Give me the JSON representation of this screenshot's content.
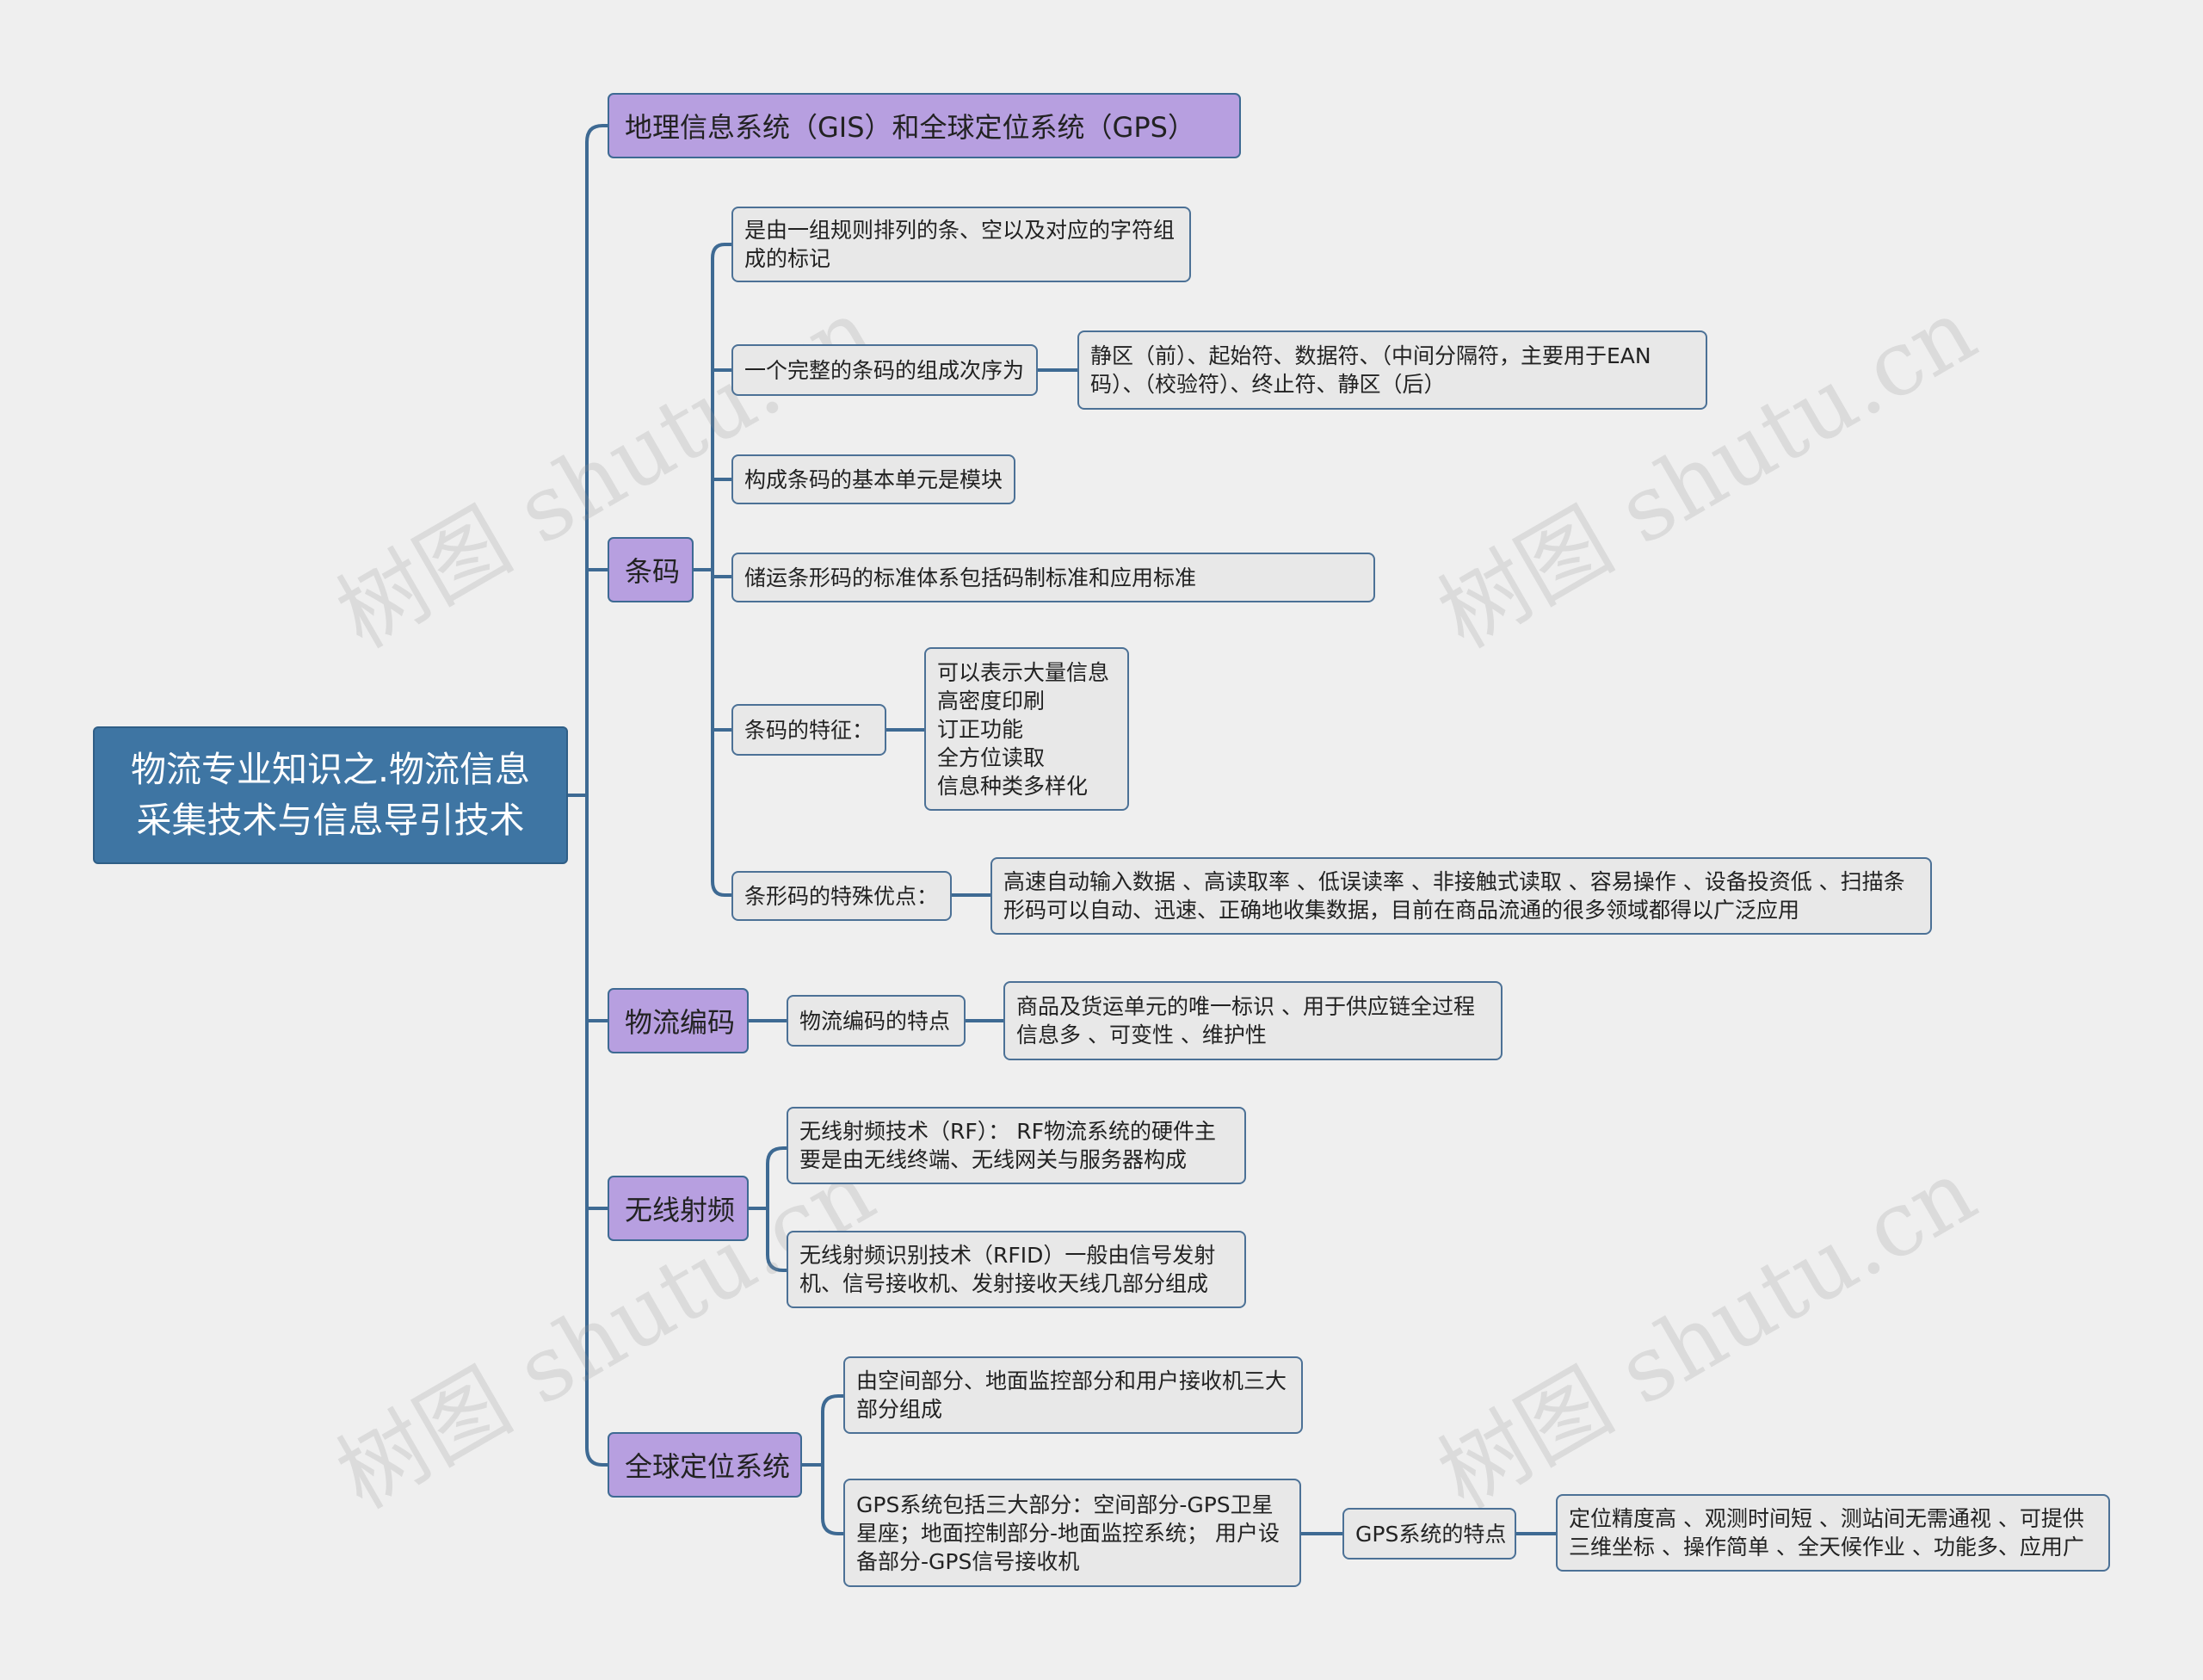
{
  "mindmap": {
    "root": {
      "lines": [
        "物流专业知识之.物流信息",
        "采集技术与信息导引技术"
      ]
    },
    "nodes": {
      "gis": {
        "lines": [
          "地理信息系统（GIS）和全球定位系统（GPS）"
        ]
      },
      "barcode": {
        "lines": [
          "条码"
        ]
      },
      "bc_def": {
        "lines": [
          "是由一组规则排列的条、空以及对应的字符组",
          "成的标记"
        ]
      },
      "bc_order": {
        "lines": [
          "一个完整的条码的组成次序为"
        ]
      },
      "bc_order_detail": {
        "lines": [
          "静区（前）、起始符、数据符、（中间分隔符，主要用于EAN",
          "码）、（校验符）、终止符、静区（后）"
        ]
      },
      "bc_unit": {
        "lines": [
          "构成条码的基本单元是模块"
        ]
      },
      "bc_standard": {
        "lines": [
          "储运条形码的标准体系包括码制标准和应用标准"
        ]
      },
      "bc_features": {
        "lines": [
          "条码的特征："
        ]
      },
      "bc_features_detail": {
        "lines": [
          "可以表示大量信息",
          "高密度印刷",
          "订正功能",
          "全方位读取",
          "信息种类多样化"
        ]
      },
      "bc_adv": {
        "lines": [
          "条形码的特殊优点："
        ]
      },
      "bc_adv_detail": {
        "lines": [
          "高速自动输入数据 、高读取率 、低误读率 、非接触式读取 、容易操作 、设备投资低 、扫描条",
          "形码可以自动、迅速、正确地收集数据，目前在商品流通的很多领域都得以广泛应用"
        ]
      },
      "logcode": {
        "lines": [
          "物流编码"
        ]
      },
      "lc_feat": {
        "lines": [
          "物流编码的特点"
        ]
      },
      "lc_feat_detail": {
        "lines": [
          "商品及货运单元的唯一标识 、用于供应链全过程",
          "信息多 、可变性 、维护性"
        ]
      },
      "rf": {
        "lines": [
          "无线射频"
        ]
      },
      "rf_tech": {
        "lines": [
          "无线射频技术（RF）： RF物流系统的硬件主",
          "要是由无线终端、无线网关与服务器构成"
        ]
      },
      "rfid": {
        "lines": [
          "无线射频识别技术（RFID）一般由信号发射",
          "机、信号接收机、发射接收天线几部分组成"
        ]
      },
      "gps": {
        "lines": [
          "全球定位系统"
        ]
      },
      "gps_comp": {
        "lines": [
          "由空间部分、地面监控部分和用户接收机三大",
          "部分组成"
        ]
      },
      "gps_parts": {
        "lines": [
          "GPS系统包括三大部分：空间部分-GPS卫星",
          "星座；地面控制部分-地面监控系统； 用户设",
          "备部分-GPS信号接收机"
        ]
      },
      "gps_feat": {
        "lines": [
          "GPS系统的特点"
        ]
      },
      "gps_feat_detail": {
        "lines": [
          "定位精度高 、观测时间短 、测站间无需通视 、可提供",
          "三维坐标 、操作简单 、全天候作业 、功能多、应用广"
        ]
      }
    }
  },
  "watermark": "树图 shutu.cn",
  "colors": {
    "root": "#3e75a3",
    "level1": "#b79fe0",
    "level2": "#e8e8e8",
    "link": "#3e6a93",
    "background": "#efefef"
  }
}
